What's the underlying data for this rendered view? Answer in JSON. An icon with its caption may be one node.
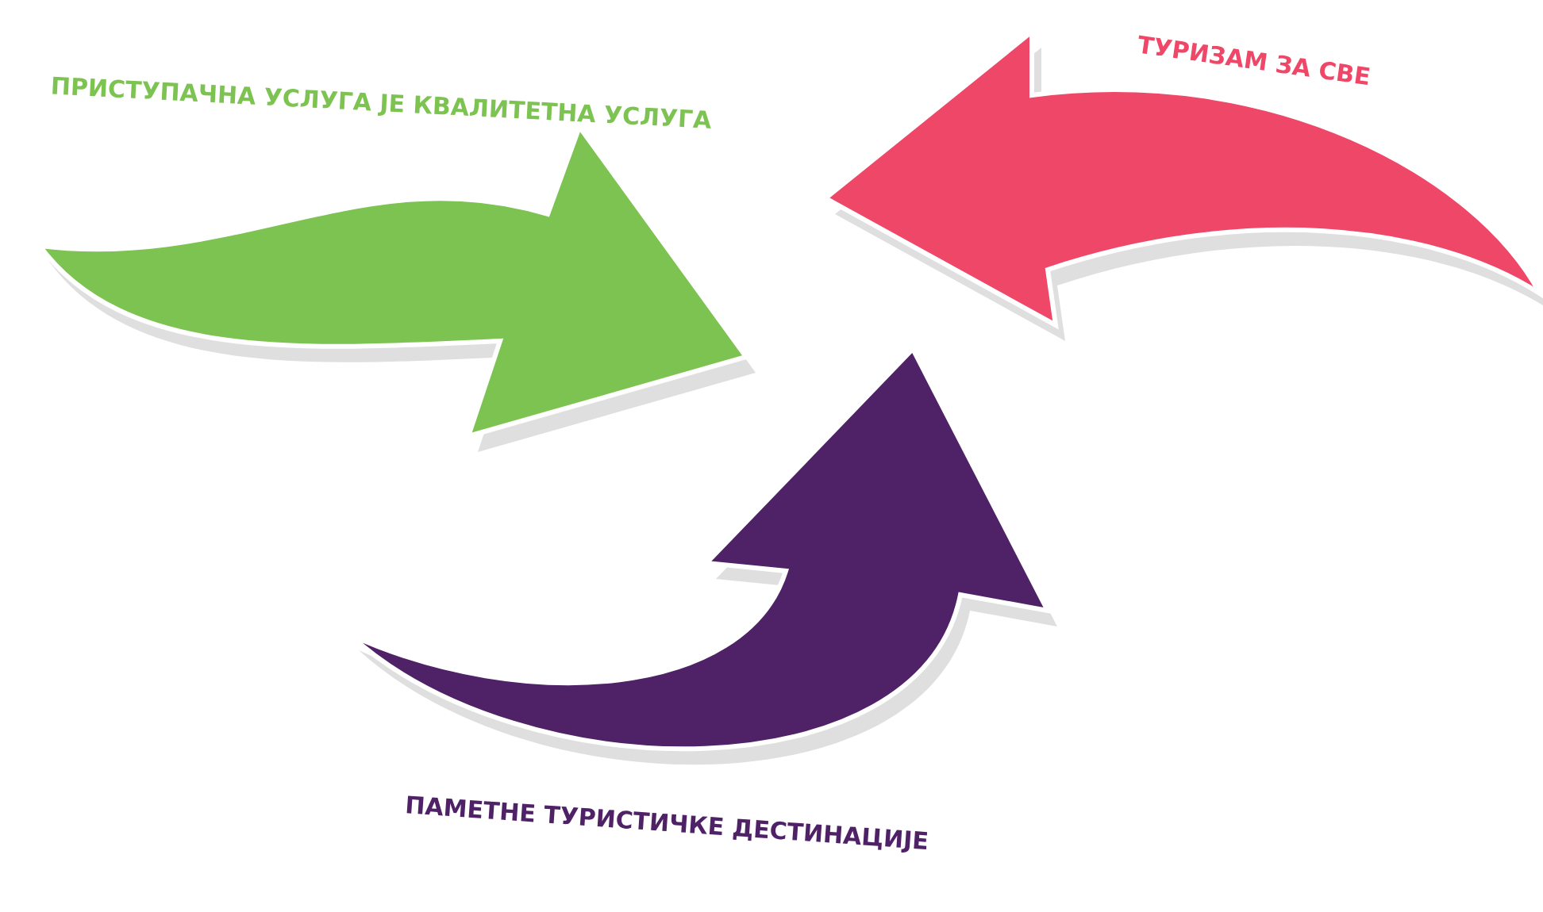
{
  "diagram": {
    "labels": [
      "ПРИСТУПАЧНА УСЛУГА ЈЕ КВАЛИТЕТНА УСЛУГА",
      "ТУРИЗАМ ЗА СВЕ",
      "ПАМЕТНЕ ТУРИСТИЧКЕ ДЕСТИНАЦИЈЕ"
    ]
  }
}
